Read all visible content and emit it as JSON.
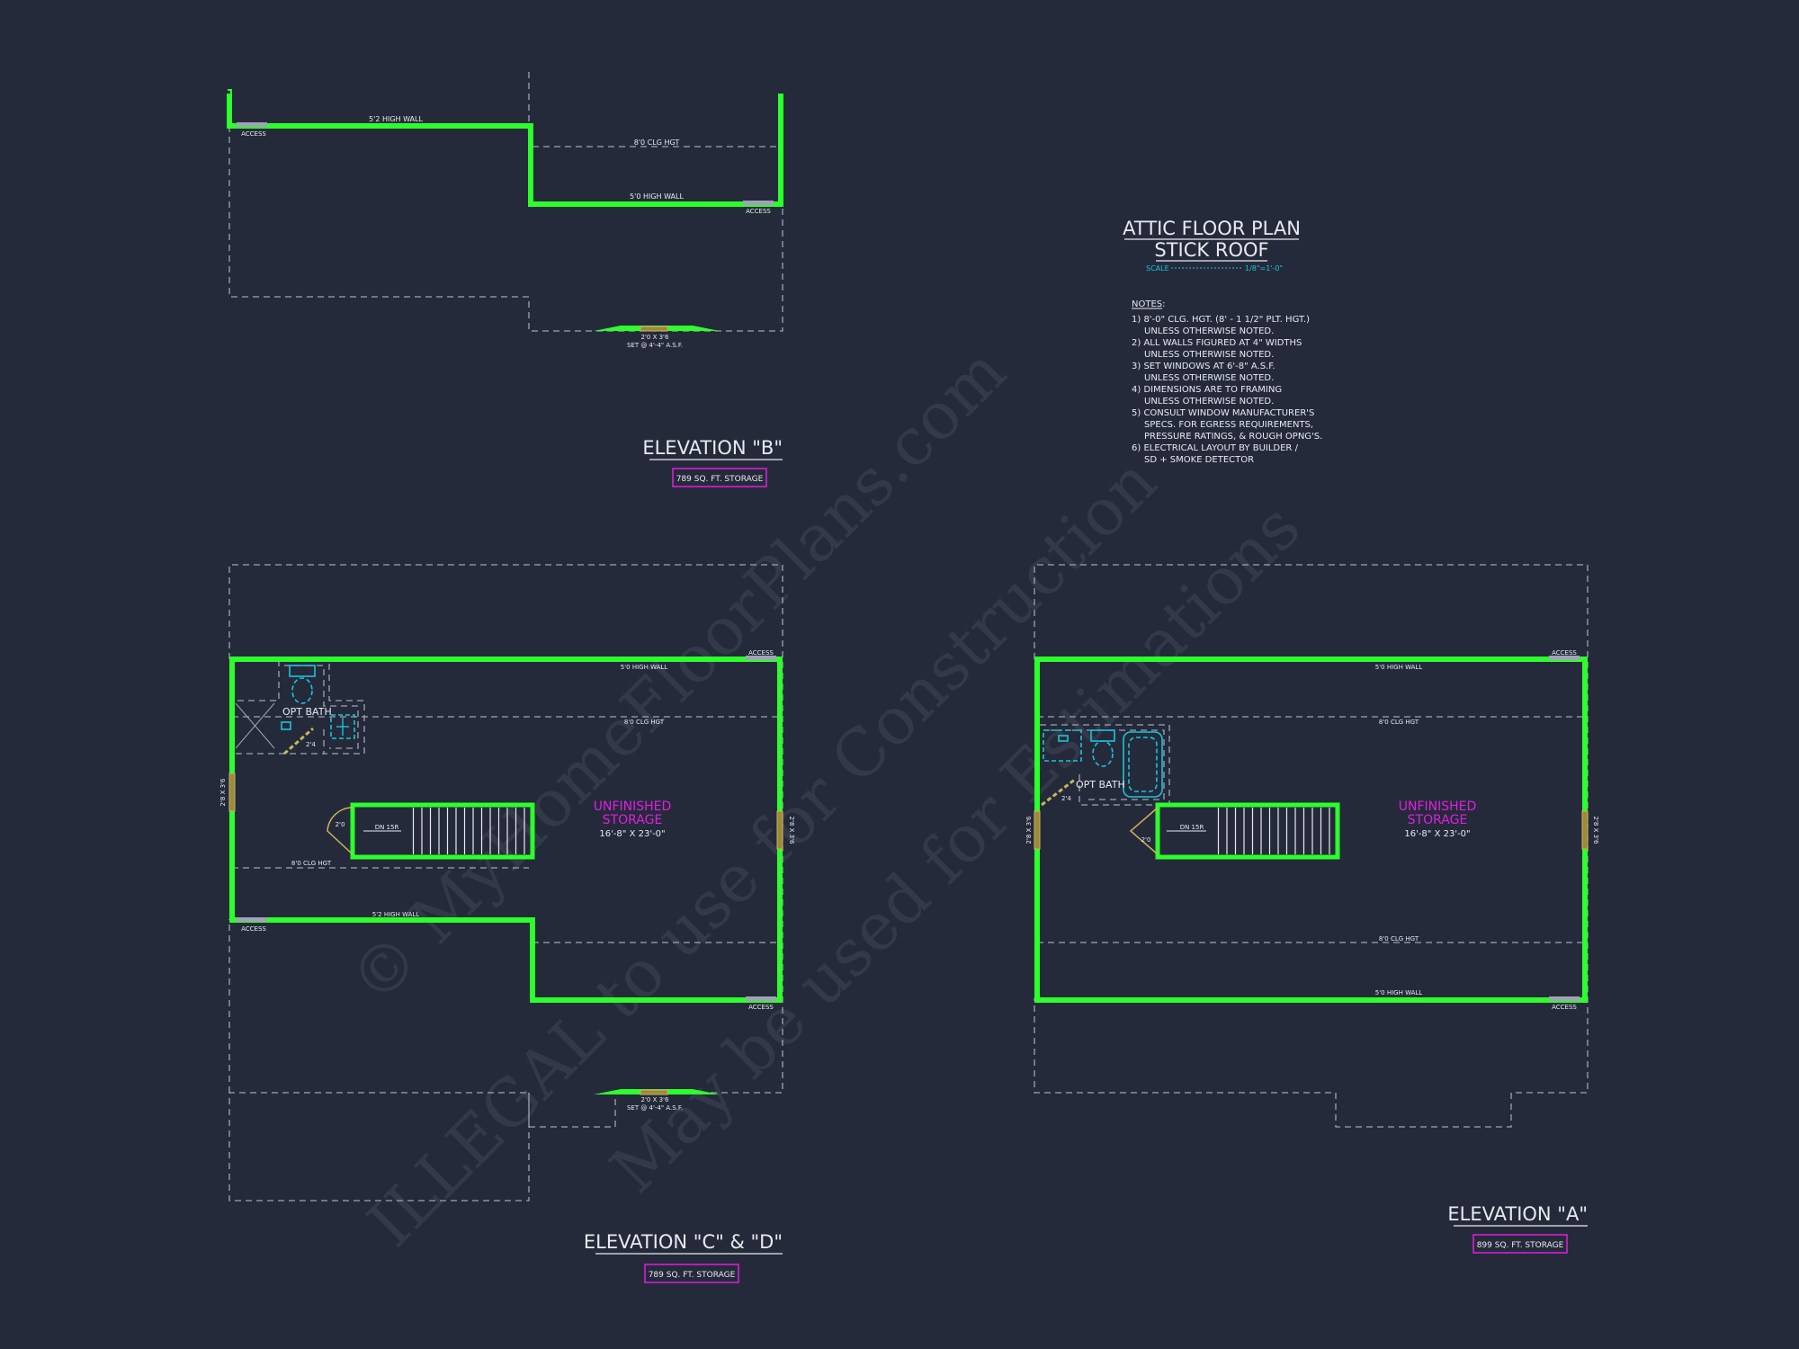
{
  "sheet": {
    "title_line1": "ATTIC FLOOR PLAN",
    "title_line2": "STICK ROOF",
    "scale_label": "SCALE",
    "scale_value": "1/8\"=1'-0\"",
    "notes_heading": "NOTES:",
    "notes": [
      "1) 8'-0\"  CLG. HGT. (8' - 1 1/2\" PLT. HGT.)",
      "UNLESS OTHERWISE NOTED.",
      "2) ALL  WALLS FIGURED AT 4\" WIDTHS",
      "UNLESS OTHERWISE NOTED.",
      "3) SET WINDOWS AT 6'-8\" A.S.F.",
      "UNLESS OTHERWISE NOTED.",
      "4) DIMENSIONS ARE TO FRAMING",
      "UNLESS OTHERWISE NOTED.",
      "5) CONSULT WINDOW MANUFACTURER'S",
      "SPECS. FOR EGRESS REQUIREMENTS,",
      "PRESSURE RATINGS, & ROUGH OPNG'S.",
      "6) ELECTRICAL LAYOUT BY BUILDER /",
      "SD + SMOKE DETECTOR"
    ]
  },
  "labels": {
    "high_wall_52": "5'2 HIGH WALL",
    "high_wall_50": "5'0 HIGH WALL",
    "clg_hgt": "8'0 CLG HGT",
    "access": "ACCESS",
    "window": "2'0 X 3'6",
    "window_set": "SET @ 4'-4\" A.S.F.",
    "side_window": "2'8 X 3'6",
    "opt_bath": "OPT BATH",
    "door_20": "2'0",
    "door_24": "2'4",
    "stair_dn": "DN 15R",
    "unfinished_1": "UNFINISHED",
    "unfinished_2": "STORAGE",
    "room_size": "16'-8\" X 23'-0\""
  },
  "plans": {
    "b": {
      "title": "ELEVATION \"B\"",
      "storage": "789 SQ. FT. STORAGE"
    },
    "cd": {
      "title": "ELEVATION \"C\" & \"D\"",
      "storage": "789 SQ. FT. STORAGE"
    },
    "a": {
      "title": "ELEVATION \"A\"",
      "storage": "899 SQ. FT. STORAGE"
    }
  },
  "watermark": {
    "line1": "© MyHomeFloorPlans.com",
    "line2": "ILLEGAL to use for Construction",
    "line3": "May be used for Estimations"
  },
  "colors": {
    "background": "#252a3b",
    "walls": "#2cff2c",
    "fixtures": "#19c5d8",
    "storage_label": "#e01ee0",
    "text": "#e8eaf0"
  }
}
